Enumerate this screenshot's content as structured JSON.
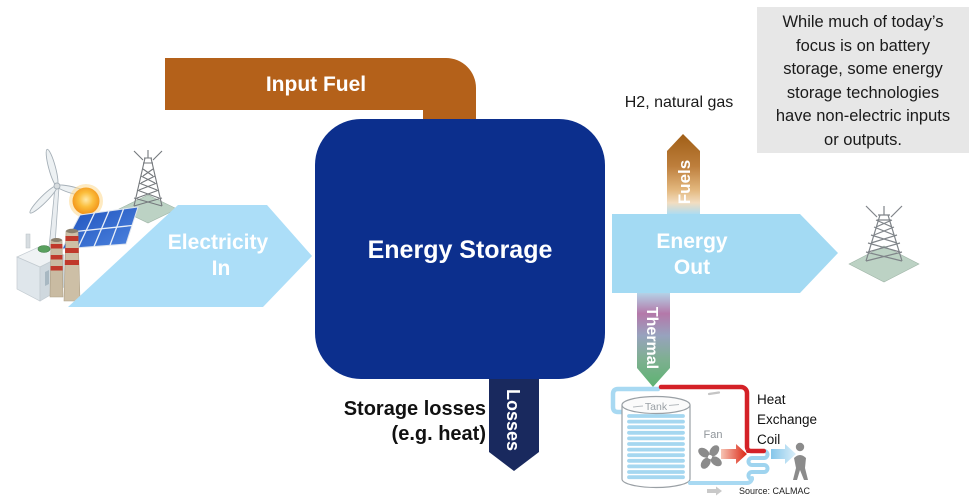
{
  "note_box": {
    "text": "While much of today’s focus is on battery storage, some energy storage technologies have non-electric inputs or outputs.",
    "bg_color": "#E7E7E7"
  },
  "storage_box": {
    "label": "Energy Storage",
    "color": "#0C2F8D"
  },
  "arrows": {
    "input_fuel": {
      "label": "Input Fuel",
      "color": "#B4611A"
    },
    "electricity_in": {
      "line1": "Electricity",
      "line2": "In",
      "color": "#ACDEF8"
    },
    "energy_out": {
      "line1": "Energy",
      "line2": "Out",
      "color": "#A3DAF3"
    },
    "fuels": {
      "label": "Fuels",
      "annotation": "H2, natural gas"
    },
    "thermal": {
      "label": "Thermal"
    },
    "losses": {
      "label": "Losses",
      "color": "#19295E",
      "caption_line1": "Storage losses",
      "caption_line2": "(e.g. heat)"
    }
  },
  "thermal_detail": {
    "tank_label": "Tank",
    "fan_label": "Fan",
    "coil_label": "Heat Exchange Coil",
    "source": "Source: CALMAC"
  },
  "icons": {
    "left_sources": [
      "wind-turbine-icon",
      "sun-icon",
      "solar-panel-icon",
      "transmission-tower-icon",
      "power-plant-icon"
    ],
    "right_sink": "transmission-tower-icon"
  },
  "colors": {
    "pipe_red": "#D42127",
    "pipe_blue": "#A8D9F2",
    "tower_base_green": "#BCD2C4"
  }
}
